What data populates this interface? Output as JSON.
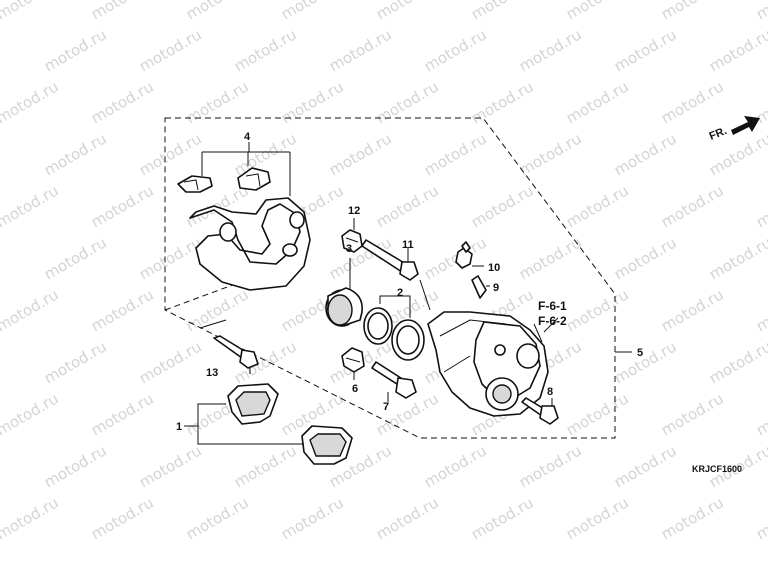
{
  "diagram": {
    "direction": "FR.",
    "code": "KRJCF1600",
    "watermark": "motod.ru"
  },
  "labels": {
    "1": "1",
    "2": "2",
    "3": "3",
    "4": "4",
    "5": "5",
    "6": "6",
    "7": "7",
    "8": "8",
    "9": "9",
    "10": "10",
    "11": "11",
    "12": "12",
    "13": "13"
  },
  "references": [
    "F-6-1",
    "F-6-2"
  ],
  "colors": {
    "line": "#111111",
    "watermark": "#d4d4d4",
    "background": "#ffffff"
  }
}
